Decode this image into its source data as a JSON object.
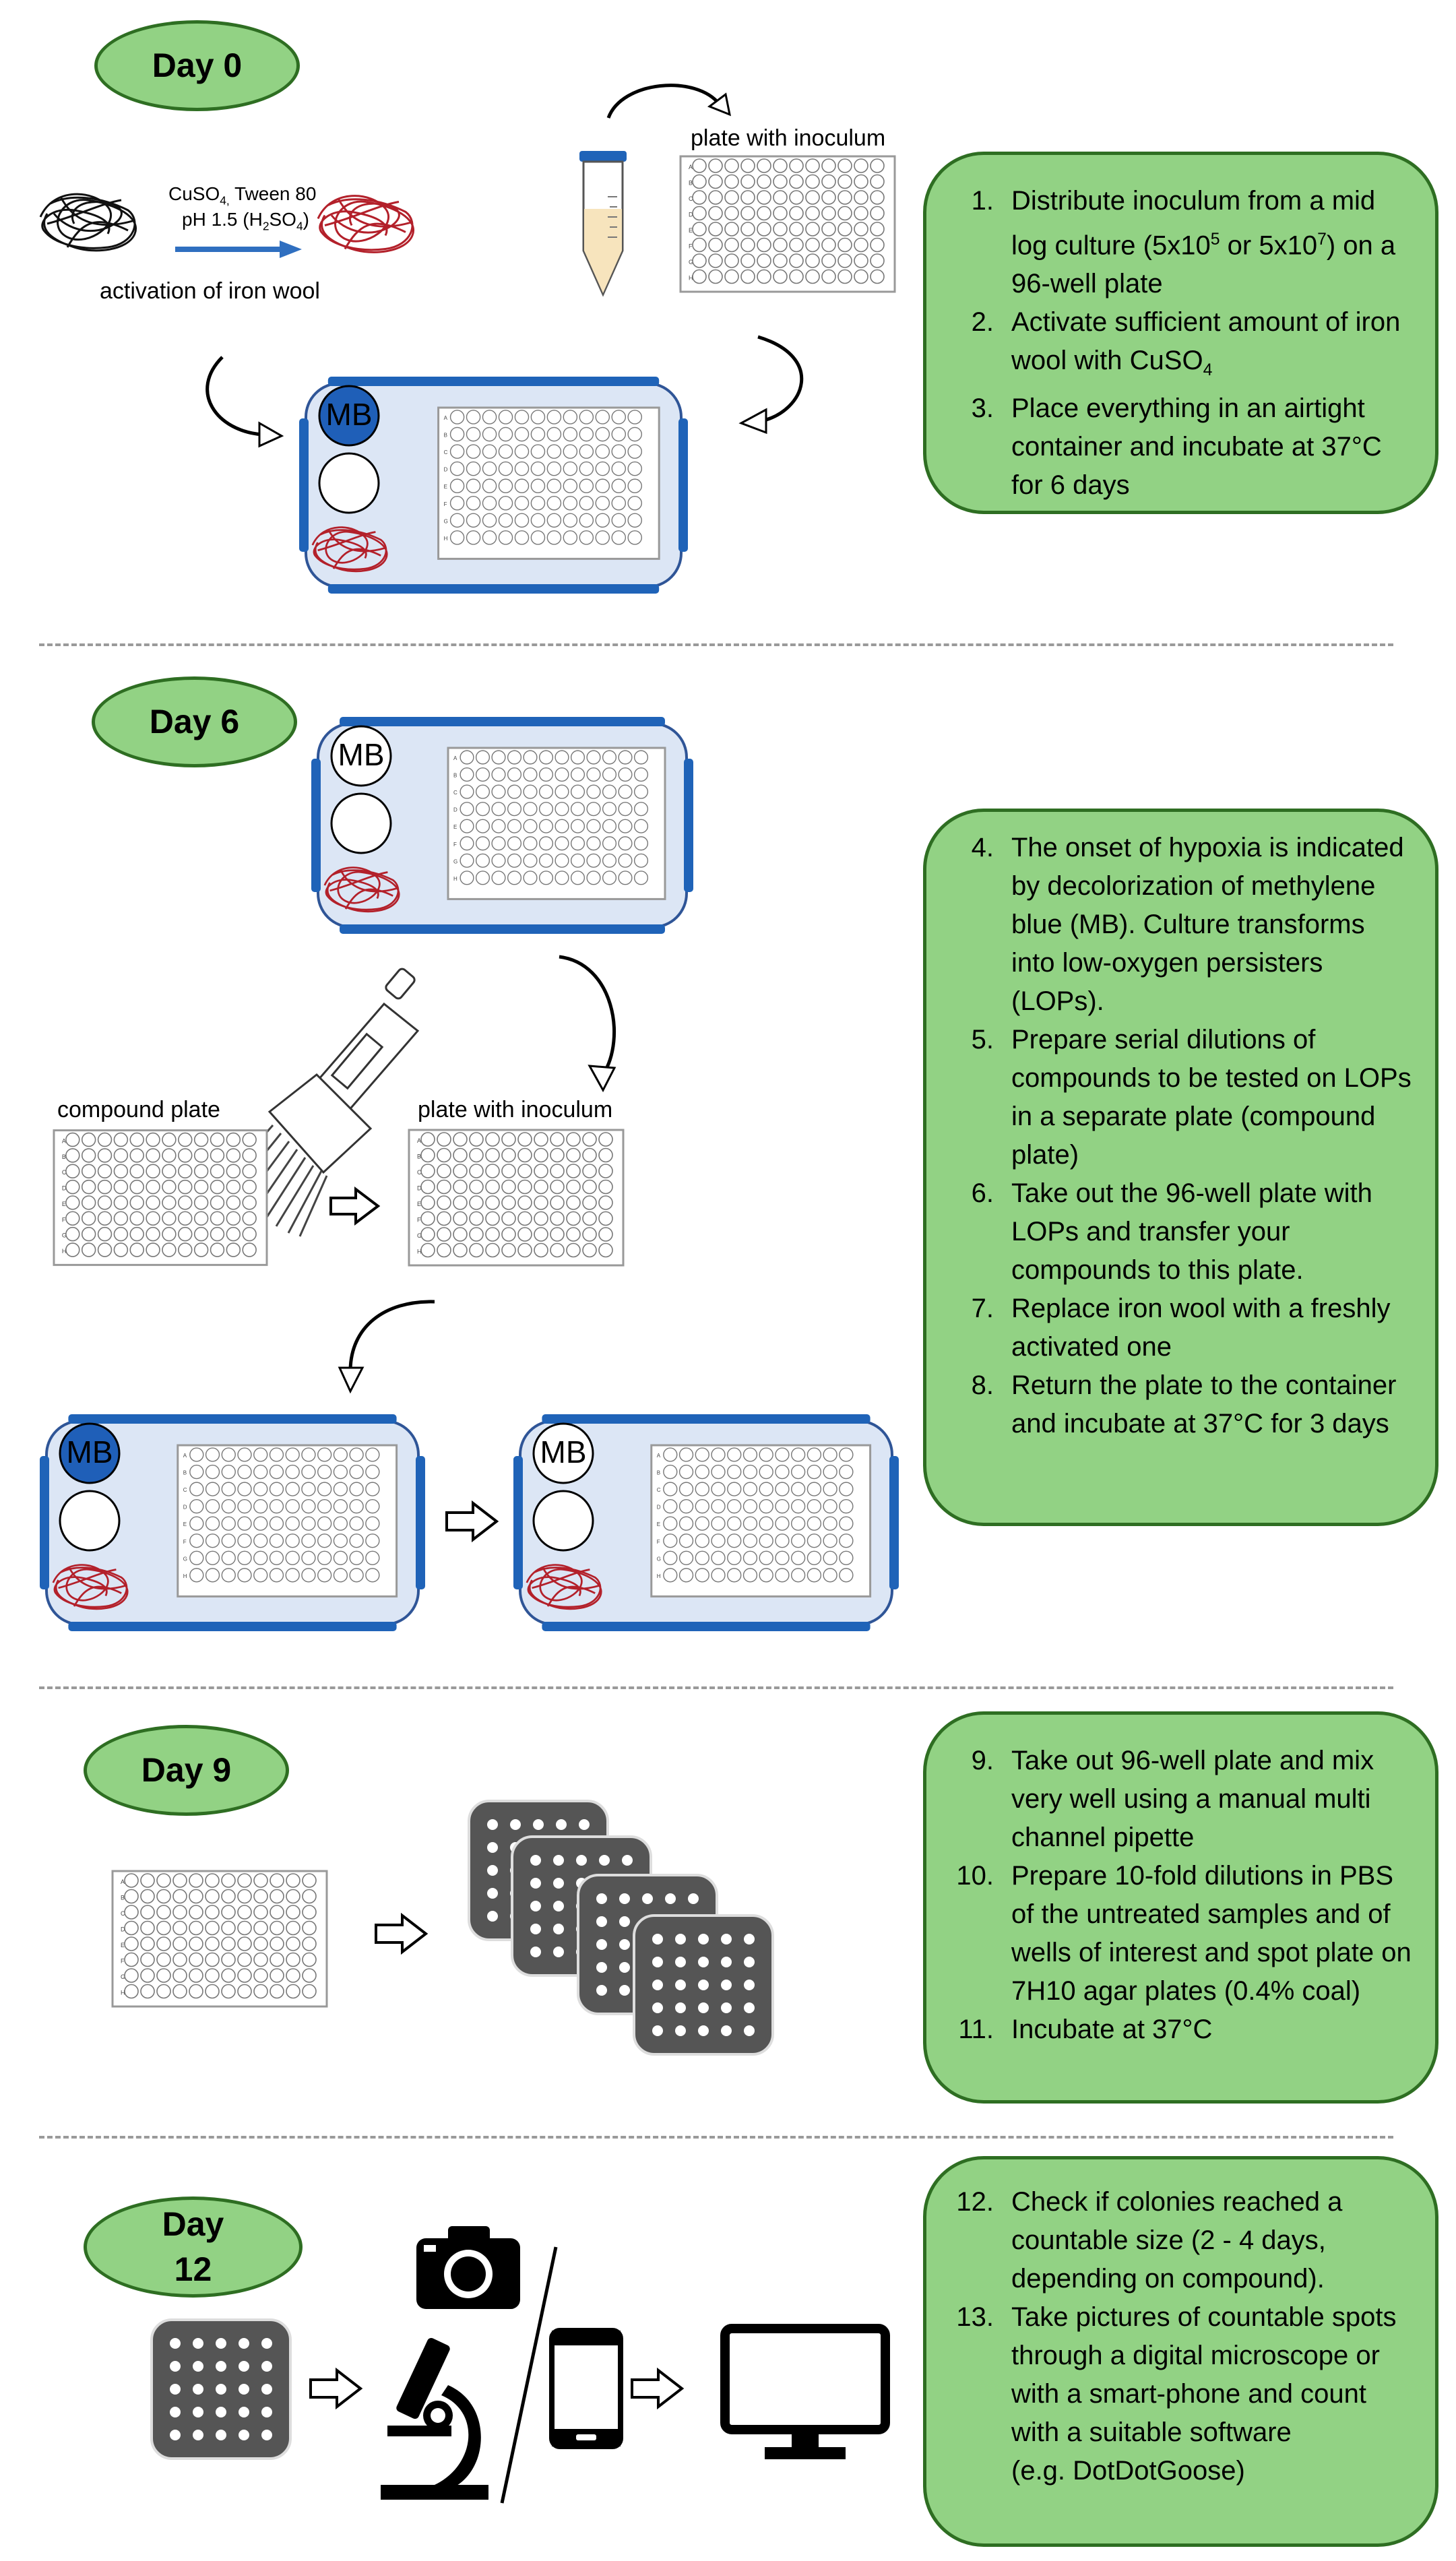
{
  "day_labels": {
    "day0": "Day 0",
    "day6": "Day 6",
    "day9": "Day 9",
    "day12": "Day\n12"
  },
  "labels": {
    "plate_with_inoculum": "plate with inoculum",
    "activation_of_iron_wool": "activation of iron wool",
    "reagent_line1_a": "CuSO",
    "reagent_line1_sub": "4,",
    "reagent_line1_b": " Tween 80",
    "reagent_line2_a": "pH 1.5 (H",
    "reagent_line2_sub1": "2",
    "reagent_line2_b": "SO",
    "reagent_line2_sub2": "4",
    "reagent_line2_c": ")",
    "mb": "MB",
    "compound_plate": "compound plate",
    "plate_with_inoculum_2": "plate with inoculum",
    "row_letters": [
      "A",
      "B",
      "C",
      "D",
      "E",
      "F",
      "G",
      "H"
    ]
  },
  "steps_day0": [
    {
      "num": "1.",
      "parts": {
        "a": "Distribute inoculum from a mid log culture (5x10",
        "sup1": "5",
        "b": " or 5x10",
        "sup2": "7",
        "c": ") on a 96-well plate"
      }
    },
    {
      "num": "2.",
      "parts": {
        "a": "Activate sufficient amount of iron wool with CuSO",
        "sub": "4"
      }
    },
    {
      "num": "3.",
      "text": "Place everything in an airtight container and incubate at 37°C for 6 days"
    }
  ],
  "steps_day6": [
    {
      "num": "4.",
      "text": "The onset of hypoxia is indicated by decolorization of methylene blue (MB). Culture transforms into low-oxygen persisters (LOPs)."
    },
    {
      "num": "5.",
      "text": "Prepare serial dilutions of compounds to be tested on LOPs in a separate plate (compound plate)"
    },
    {
      "num": "6.",
      "text": "Take out the 96-well plate with LOPs and transfer your compounds to this plate."
    },
    {
      "num": "7.",
      "text": "Replace iron wool with a freshly activated one"
    },
    {
      "num": "8.",
      "text": "Return the plate to the container and incubate at 37°C for 3 days"
    }
  ],
  "steps_day9": [
    {
      "num": "9.",
      "text": "Take out 96-well plate and mix very well using a manual multi channel pipette"
    },
    {
      "num": "10.",
      "text": "Prepare 10-fold dilutions in PBS of the untreated samples and of wells of interest and spot plate on 7H10 agar plates (0.4% coal)"
    },
    {
      "num": "11.",
      "text": "Incubate at 37°C"
    }
  ],
  "steps_day12": [
    {
      "num": "12.",
      "text": "Check if colonies reached a countable size (2 - 4 days, depending on compound)."
    },
    {
      "num": "13.",
      "text": "Take pictures of countable spots through a digital microscope or with a smart-phone and count with   a suitable software\n(e.g. DotDotGoose)"
    }
  ],
  "colors": {
    "step_box_fill": "#92d284",
    "step_box_border": "#2e6e22",
    "container_fill": "#dce6f5",
    "container_border": "#2f5597",
    "latch_blue": "#1f63b8",
    "methylene_blue": "#1f5fb8",
    "iron_wool_red": "#b3202a",
    "dark_gray": "#555555",
    "separator": "#9a9a9a"
  },
  "icons": [
    "iron-wool-icon",
    "culture-tube-icon",
    "multichannel-pipette-icon",
    "agar-plate-icon",
    "camera-icon",
    "microscope-icon",
    "smartphone-icon",
    "monitor-icon"
  ]
}
